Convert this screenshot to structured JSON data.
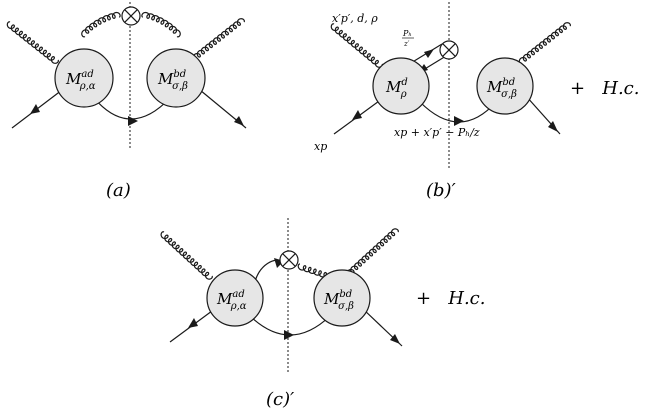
{
  "diagrams": [
    {
      "id": "a",
      "caption": "(a)",
      "left_blob": {
        "base": "M",
        "sup": "ad",
        "sub": "ρ,α"
      },
      "right_blob": {
        "base": "M",
        "sup": "bd",
        "sub": "σ,β"
      },
      "hc": ""
    },
    {
      "id": "b",
      "caption": "(b)′",
      "left_blob": {
        "base": "M",
        "sup": "d",
        "sub": "ρ"
      },
      "right_blob": {
        "base": "M",
        "sup": "bd",
        "sub": "σ,β"
      },
      "hc": "+   H.c.",
      "labels": {
        "gluon": "x′p′, d, ρ",
        "ph_num": "Pₕ",
        "ph_den": "z′",
        "quark_in": "xp",
        "loop": "xp + x′p′ − Pₕ/z"
      }
    },
    {
      "id": "c",
      "caption": "(c)′",
      "left_blob": {
        "base": "M",
        "sup": "ad",
        "sub": "ρ,α"
      },
      "right_blob": {
        "base": "M",
        "sup": "bd",
        "sub": "σ,β"
      },
      "hc": "+   H.c."
    }
  ],
  "colors": {
    "blob_fill": "#e6e6e6",
    "stroke": "#1a1a1a"
  }
}
